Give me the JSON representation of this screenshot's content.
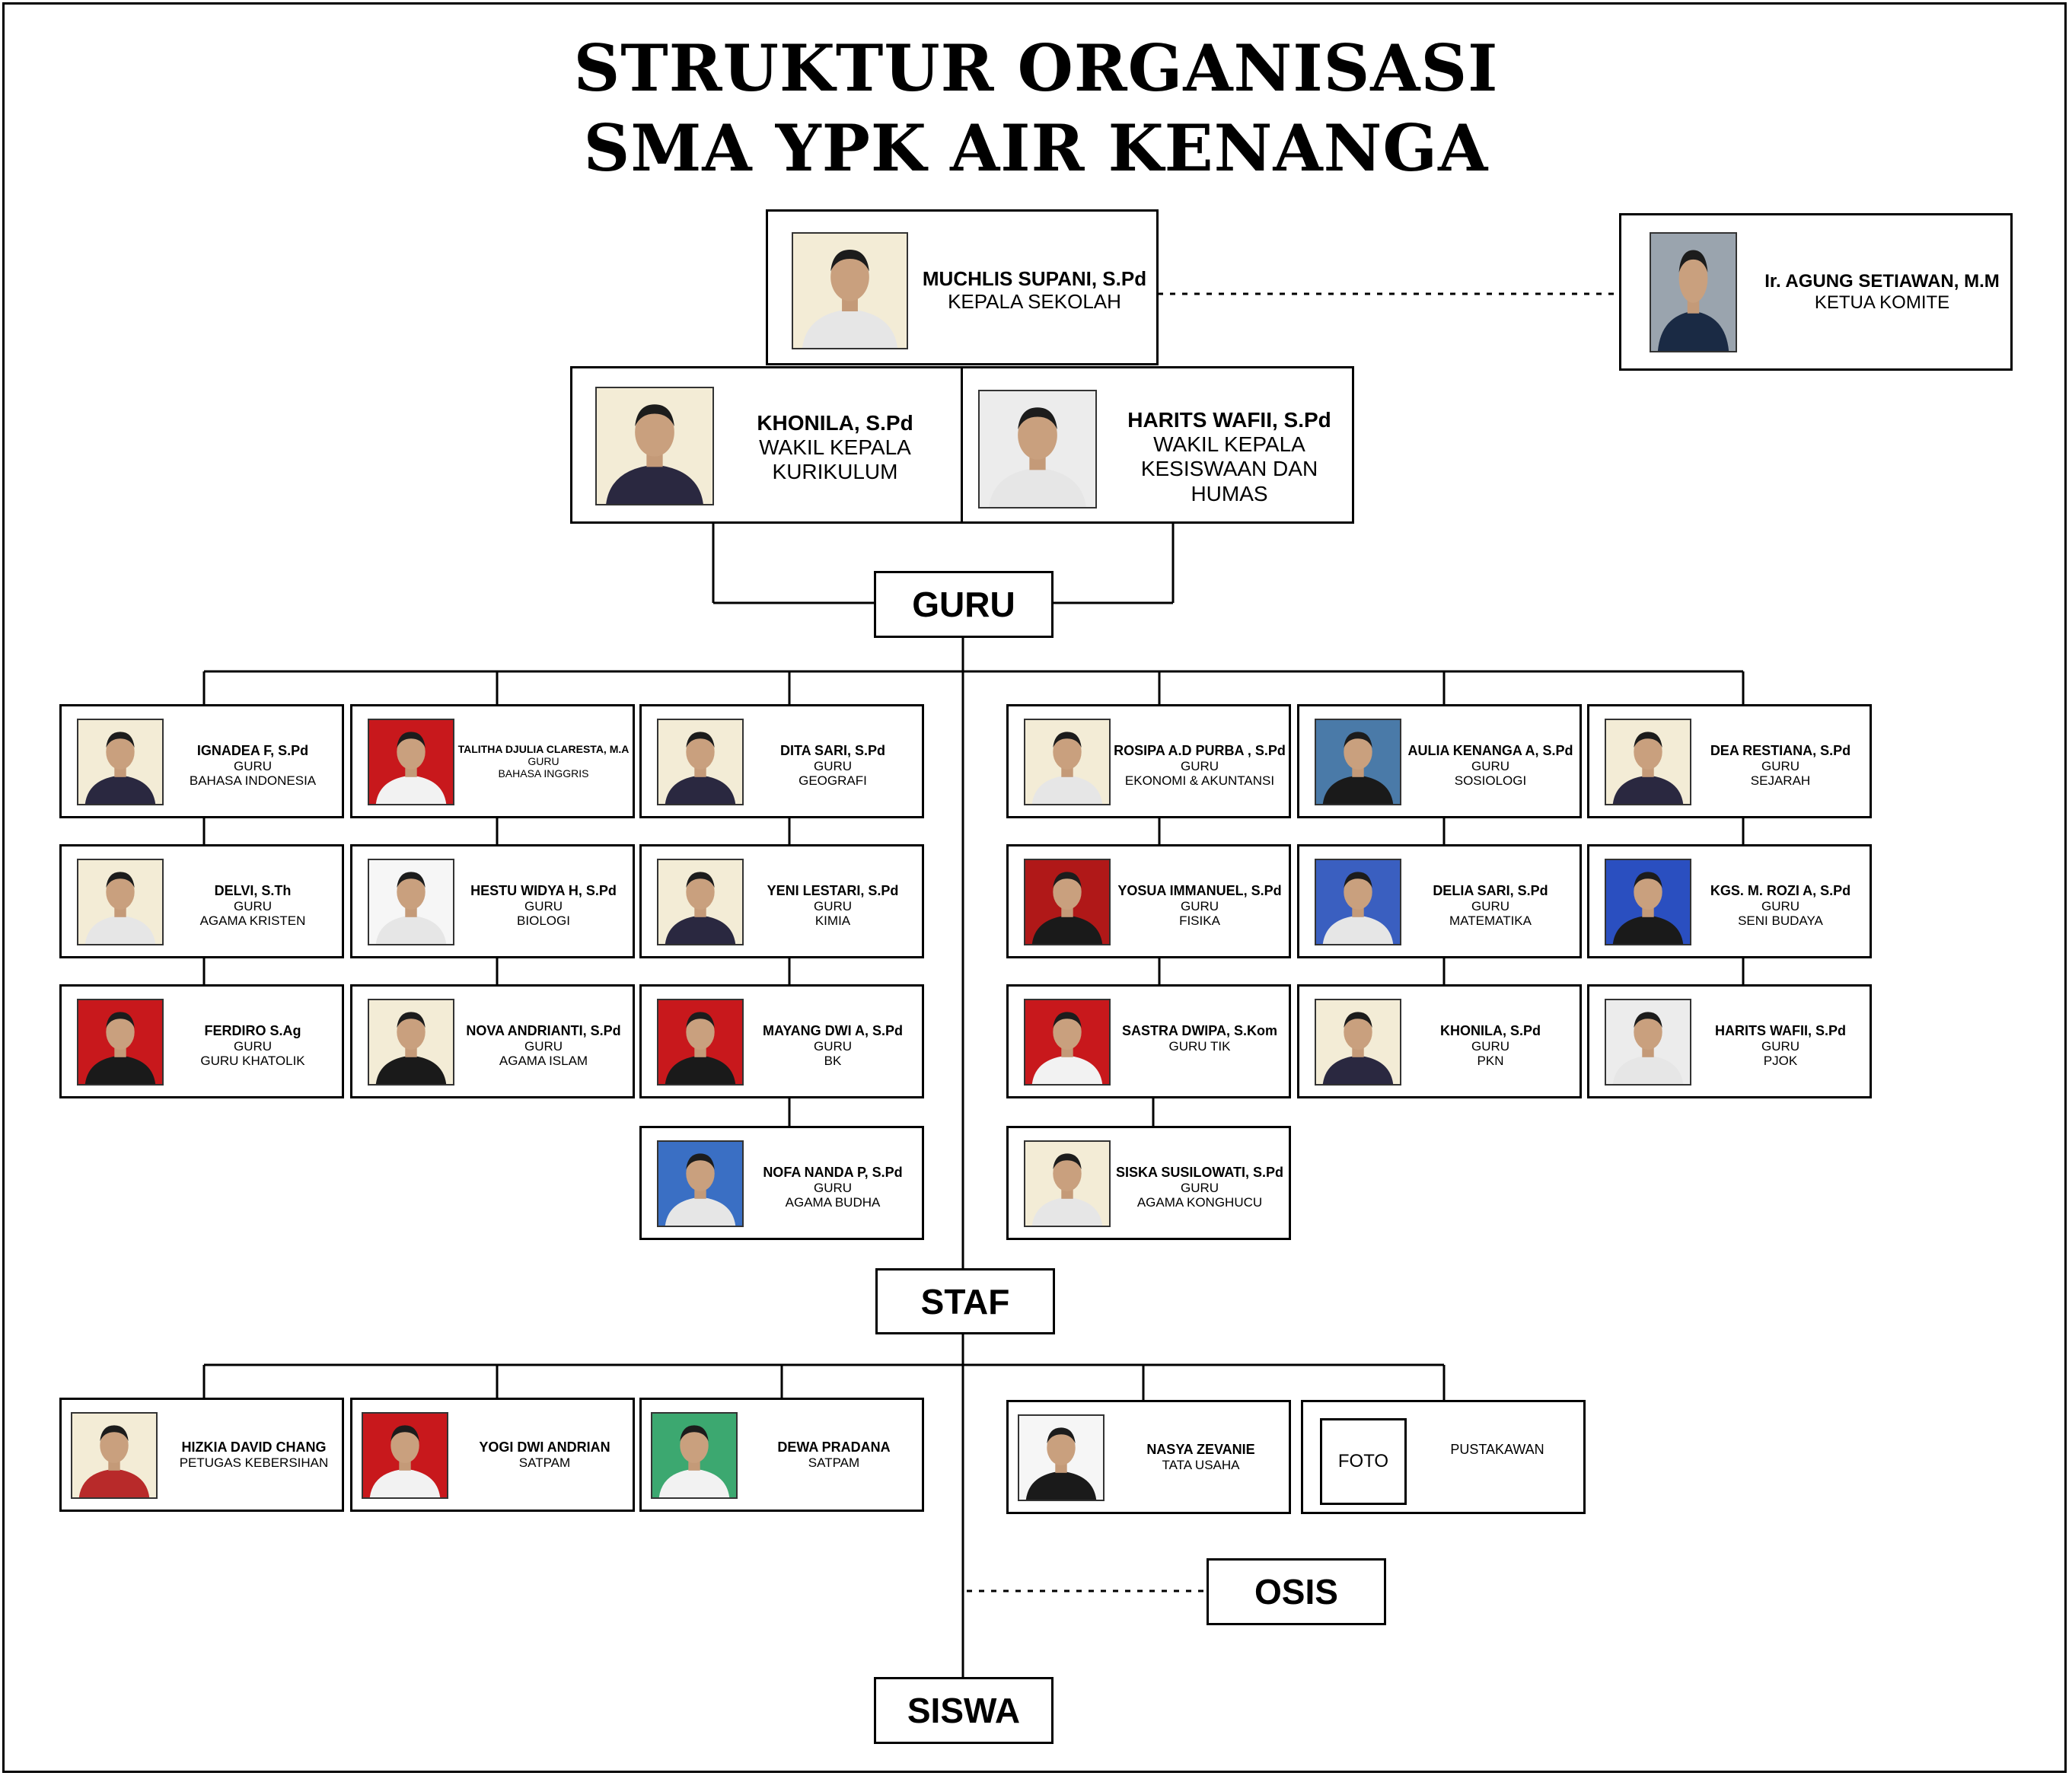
{
  "title": {
    "line1": "STRUKTUR ORGANISASI",
    "line2": "SMA YPK AIR KENANGA"
  },
  "leaders": [
    {
      "id": "kepala",
      "name": "MUCHLIS SUPANI, S.Pd",
      "role": "KEPALA SEKOLAH",
      "shirt": "#e6e6e6"
    },
    {
      "id": "komite",
      "name": "Ir. AGUNG SETIAWAN, M.M",
      "role": "KETUA KOMITE",
      "shirt": "#1a2a44"
    },
    {
      "id": "wakil1",
      "name": "KHONILA, S.Pd",
      "role": "WAKIL  KEPALA\nKURIKULUM",
      "shirt": "#2a2840"
    },
    {
      "id": "wakil2",
      "name": "HARITS WAFII, S.Pd",
      "role": "WAKIL  KEPALA\nKESISWAAN DAN\nHUMAS",
      "shirt": "#e6e6e6"
    }
  ],
  "sections": {
    "guru": "GURU",
    "staf": "STAF",
    "osis": "OSIS",
    "siswa": "SISWA"
  },
  "teachers": [
    {
      "name": "IGNADEA F, S.Pd",
      "role": "GURU\nBAHASA INDONESIA",
      "bg": "#f3ecd6",
      "shirt": "#2a2840"
    },
    {
      "name": "TALITHA DJULIA CLARESTA, M.A",
      "role": "GURU\nBAHASA INGGRIS",
      "bg": "#c8181c",
      "shirt": "#f2f2f2"
    },
    {
      "name": "DITA SARI, S.Pd",
      "role": "GURU\nGEOGRAFI",
      "bg": "#f3ecd6",
      "shirt": "#2a2840"
    },
    {
      "name": "DELVI, S.Th",
      "role": "GURU\nAGAMA KRISTEN",
      "bg": "#f3ecd6",
      "shirt": "#e6e6e6"
    },
    {
      "name": "HESTU WIDYA H, S.Pd",
      "role": "GURU\nBIOLOGI",
      "bg": "#f6f6f6",
      "shirt": "#e6e6e6"
    },
    {
      "name": "YENI LESTARI, S.Pd",
      "role": "GURU\nKIMIA",
      "bg": "#f3ecd6",
      "shirt": "#2a2840"
    },
    {
      "name": "FERDIRO S.Ag",
      "role": "GURU\nGURU KHATOLIK",
      "bg": "#c8181c",
      "shirt": "#1a1a1a"
    },
    {
      "name": "NOVA ANDRIANTI, S.Pd",
      "role": "GURU\nAGAMA ISLAM",
      "bg": "#f3ecd6",
      "shirt": "#1a1a1a"
    },
    {
      "name": "MAYANG DWI A, S.Pd",
      "role": "GURU\nBK",
      "bg": "#c8181c",
      "shirt": "#1a1a1a"
    },
    {
      "name": "NOFA NANDA P, S.Pd",
      "role": "GURU\nAGAMA BUDHA",
      "bg": "#3a6fc4",
      "shirt": "#e6e6e6"
    },
    {
      "name": "ROSIPA A.D PURBA , S.Pd",
      "role": "GURU\nEKONOMI & AKUNTANSI",
      "bg": "#f3ecd6",
      "shirt": "#e6e6e6"
    },
    {
      "name": "AULIA KENANGA A, S.Pd",
      "role": "GURU\nSOSIOLOGI",
      "bg": "#4a7aa8",
      "shirt": "#1a1a1a"
    },
    {
      "name": "DEA RESTIANA, S.Pd",
      "role": "GURU\nSEJARAH",
      "bg": "#f3ecd6",
      "shirt": "#2a2840"
    },
    {
      "name": "YOSUA IMMANUEL, S.Pd",
      "role": "GURU\nFISIKA",
      "bg": "#b01818",
      "shirt": "#1a1a1a"
    },
    {
      "name": "DELIA SARI, S.Pd",
      "role": "GURU\nMATEMATIKA",
      "bg": "#3a5fc0",
      "shirt": "#e6e6e6"
    },
    {
      "name": "KGS. M. ROZI A, S.Pd",
      "role": "GURU\nSENI BUDAYA",
      "bg": "#2a4fc0",
      "shirt": "#1a1a1a"
    },
    {
      "name": "SASTRA DWIPA, S.Kom",
      "role": "GURU TIK",
      "bg": "#c8181c",
      "shirt": "#f2f2f2"
    },
    {
      "name": "KHONILA, S.Pd",
      "role": "GURU\nPKN",
      "bg": "#f3ecd6",
      "shirt": "#2a2840"
    },
    {
      "name": "HARITS WAFII, S.Pd",
      "role": "GURU\nPJOK",
      "bg": "#ececec",
      "shirt": "#e6e6e6"
    },
    {
      "name": "SISKA SUSILOWATI, S.Pd",
      "role": "GURU\nAGAMA  KONGHUCU",
      "bg": "#f3ecd6",
      "shirt": "#e6e6e6"
    }
  ],
  "staff": [
    {
      "name": "HIZKIA DAVID CHANG",
      "role": "PETUGAS KEBERSIHAN",
      "bg": "#f3ecd6",
      "shirt": "#b82a2a"
    },
    {
      "name": "YOGI DWI ANDRIAN",
      "role": "SATPAM",
      "bg": "#c8181c",
      "shirt": "#f2f2f2"
    },
    {
      "name": "DEWA PRADANA",
      "role": "SATPAM",
      "bg": "#3ca870",
      "shirt": "#f2f2f2"
    },
    {
      "name": "NASYA ZEVANIE",
      "role": "TATA USAHA",
      "bg": "#f6f6f6",
      "shirt": "#1a1a1a"
    },
    {
      "name": "PUSTAKAWAN",
      "photo_placeholder": "FOTO"
    }
  ]
}
